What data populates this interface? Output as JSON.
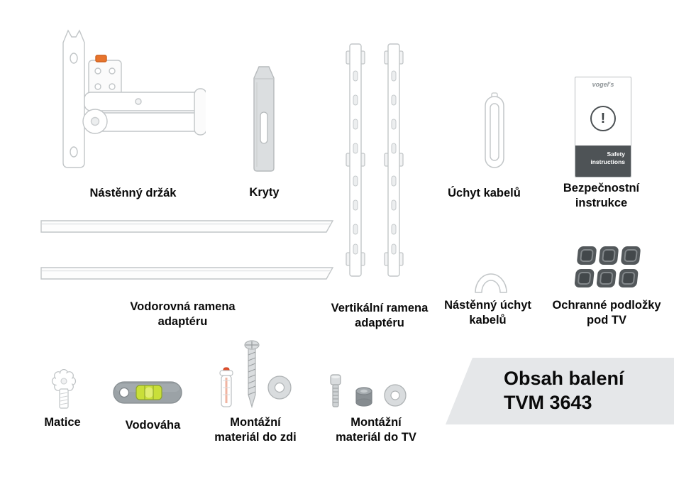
{
  "diagram": {
    "title": "Obsah balení\nTVM 3643",
    "product_code": "TVM 3643"
  },
  "labels": {
    "wall_bracket": "Nástěnný držák",
    "covers": "Kryty",
    "cable_holder": "Úchyt kabelů",
    "safety_instructions": "Bezpečnostní\ninstrukce",
    "horizontal_arms": "Vodorovná ramena\nadaptéru",
    "vertical_arms": "Vertikální ramena\nadaptéru",
    "wall_cable_holder": "Nástěnný úchyt\nkabelů",
    "protective_pads": "Ochranné podložky\npod TV",
    "nut": "Matice",
    "spirit_level": "Vodováha",
    "wall_mounting_kit": "Montážní\nmateriál do zdi",
    "tv_mounting_kit": "Montážní\nmateriál do TV"
  },
  "booklet": {
    "brand": "vogel's",
    "warning": "!",
    "text": "Safety\ninstructions"
  },
  "colors": {
    "accent_orange": "#e8742c",
    "plug_red": "#e2512e",
    "level_green": "#c9df39",
    "pad_gray": "#53585b",
    "banner_gray": "#e5e7e9",
    "outline_gray": "#c2c6c8"
  }
}
